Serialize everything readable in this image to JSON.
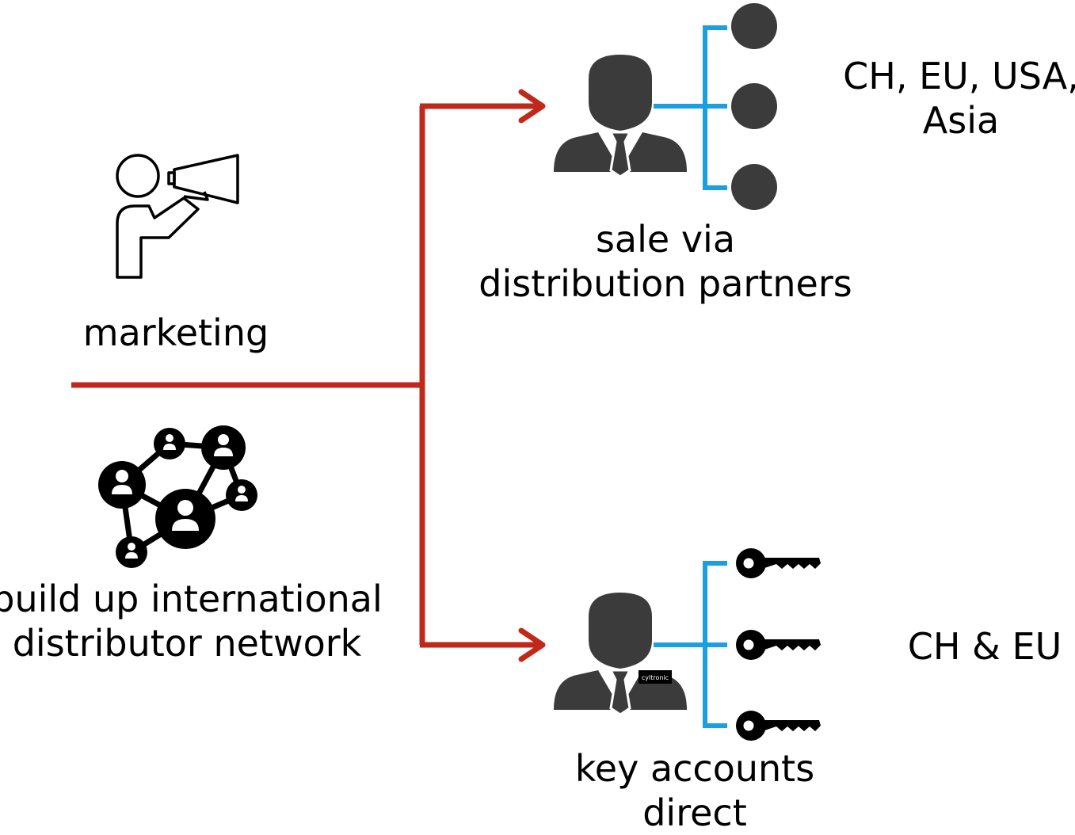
{
  "colors": {
    "flow_arrow": "#c0281a",
    "branch": "#1a9fe0",
    "figure": "#3b3b3b",
    "icon_black": "#000000"
  },
  "left": {
    "marketing": {
      "label": "marketing",
      "icon": "megaphone-person-icon"
    },
    "network": {
      "label_line1": "build up international",
      "label_line2": "distributor network",
      "icon": "people-network-icon"
    }
  },
  "targets": {
    "distribution": {
      "label_line1": "sale via",
      "label_line2": "distribution partners",
      "icon": "businessman-icon",
      "branch_nodes": [
        "dot",
        "dot",
        "dot"
      ],
      "regions_line1": "CH, EU, USA,",
      "regions_line2": "Asia"
    },
    "key_accounts": {
      "label_line1": "key accounts",
      "label_line2": "direct",
      "icon": "businessman-icon",
      "badge_text": "cyltronic",
      "branch_nodes": [
        "key",
        "key",
        "key"
      ],
      "regions": "CH & EU"
    }
  }
}
